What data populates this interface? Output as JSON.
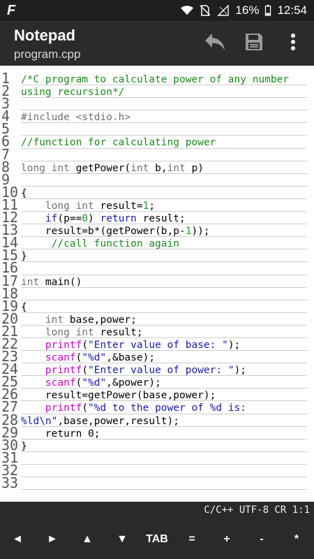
{
  "status_bar": {
    "battery": "16%",
    "time": "12:54",
    "logo": "F"
  },
  "app": {
    "title": "Notepad",
    "subtitle": "program.cpp"
  },
  "icons": {
    "undo": "undo-icon",
    "save": "save-icon",
    "overflow": "more-vert-icon"
  },
  "editor": {
    "line_numbers": [
      "1",
      "2",
      "3",
      "4",
      "5",
      "6",
      "7",
      "8",
      "9",
      "10",
      "11",
      "12",
      "13",
      "14",
      "15",
      "16",
      "17",
      "18",
      "19",
      "20",
      "21",
      "22",
      "23",
      "24",
      "25",
      "26",
      "27",
      "28",
      "29",
      "30",
      "31",
      "32",
      "33"
    ],
    "lines": [
      "/*C program to calculate power of any number",
      "using recursion*/",
      "",
      "#include <stdio.h>",
      "",
      "//function for calculating power",
      "",
      "long int getPower(int b,int p)",
      "",
      "{",
      "    long int result=1;",
      "    if(p==0) return result;",
      "    result=b*(getPower(b,p-1));",
      "     //call function again",
      "}",
      "",
      "int main()",
      "",
      "{",
      "    int base,power;",
      "    long int result;",
      "    printf(\"Enter value of base: \");",
      "    scanf(\"%d\",&base);",
      "    printf(\"Enter value of power: \");",
      "    scanf(\"%d\",&power);",
      "    result=getPower(base,power);",
      "    printf(\"%d to the power of %d is:",
      "%ld\\n\",base,power,result);",
      "    return 0;",
      "}",
      "",
      "",
      ""
    ]
  },
  "footer": {
    "status": "C/C++ UTF-8 CR 1:1"
  },
  "keys": [
    "◄",
    "►",
    "▲",
    "▼",
    "TAB",
    "=",
    "+",
    "-",
    "*"
  ]
}
